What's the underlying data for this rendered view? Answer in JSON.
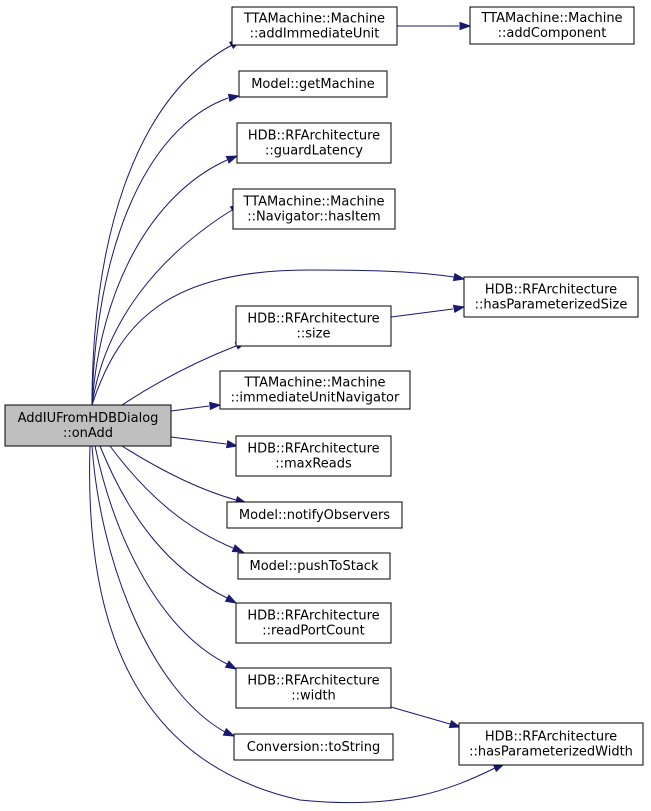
{
  "colors": {
    "root_fill": "#bfbfbf",
    "node_fill": "#ffffff",
    "border": "#000000",
    "edge": "#191970"
  },
  "nodes": [
    {
      "id": "root",
      "lines": [
        "AddIUFromHDBDialog",
        "::onAdd"
      ],
      "root": true
    },
    {
      "id": "add_immediate_unit",
      "lines": [
        "TTAMachine::Machine",
        "::addImmediateUnit"
      ]
    },
    {
      "id": "add_component",
      "lines": [
        "TTAMachine::Machine",
        "::addComponent"
      ]
    },
    {
      "id": "get_machine",
      "lines": [
        "Model::getMachine"
      ]
    },
    {
      "id": "guard_latency",
      "lines": [
        "HDB::RFArchitecture",
        "::guardLatency"
      ]
    },
    {
      "id": "has_item",
      "lines": [
        "TTAMachine::Machine",
        "::Navigator::hasItem"
      ]
    },
    {
      "id": "has_param_size",
      "lines": [
        "HDB::RFArchitecture",
        "::hasParameterizedSize"
      ]
    },
    {
      "id": "size",
      "lines": [
        "HDB::RFArchitecture",
        "::size"
      ]
    },
    {
      "id": "iu_navigator",
      "lines": [
        "TTAMachine::Machine",
        "::immediateUnitNavigator"
      ]
    },
    {
      "id": "max_reads",
      "lines": [
        "HDB::RFArchitecture",
        "::maxReads"
      ]
    },
    {
      "id": "notify_observers",
      "lines": [
        "Model::notifyObservers"
      ]
    },
    {
      "id": "push_to_stack",
      "lines": [
        "Model::pushToStack"
      ]
    },
    {
      "id": "read_port_count",
      "lines": [
        "HDB::RFArchitecture",
        "::readPortCount"
      ]
    },
    {
      "id": "width",
      "lines": [
        "HDB::RFArchitecture",
        "::width"
      ]
    },
    {
      "id": "to_string",
      "lines": [
        "Conversion::toString"
      ]
    },
    {
      "id": "has_param_width",
      "lines": [
        "HDB::RFArchitecture",
        "::hasParameterizedWidth"
      ]
    }
  ],
  "edges": [
    {
      "from": "root",
      "to": "add_immediate_unit"
    },
    {
      "from": "add_immediate_unit",
      "to": "add_component"
    },
    {
      "from": "root",
      "to": "get_machine"
    },
    {
      "from": "root",
      "to": "guard_latency"
    },
    {
      "from": "root",
      "to": "has_item"
    },
    {
      "from": "root",
      "to": "has_param_size"
    },
    {
      "from": "root",
      "to": "size"
    },
    {
      "from": "size",
      "to": "has_param_size"
    },
    {
      "from": "root",
      "to": "iu_navigator"
    },
    {
      "from": "root",
      "to": "max_reads"
    },
    {
      "from": "root",
      "to": "notify_observers"
    },
    {
      "from": "root",
      "to": "push_to_stack"
    },
    {
      "from": "root",
      "to": "read_port_count"
    },
    {
      "from": "root",
      "to": "width"
    },
    {
      "from": "width",
      "to": "has_param_width"
    },
    {
      "from": "root",
      "to": "to_string"
    },
    {
      "from": "root",
      "to": "has_param_width"
    }
  ]
}
